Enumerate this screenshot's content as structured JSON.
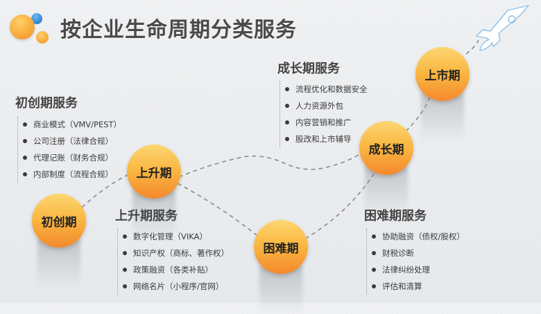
{
  "header": {
    "title": "按企业生命周期分类服务"
  },
  "stages": [
    {
      "id": "startup",
      "label": "初创期"
    },
    {
      "id": "rising",
      "label": "上升期"
    },
    {
      "id": "difficult",
      "label": "困难期"
    },
    {
      "id": "growth",
      "label": "成长期"
    },
    {
      "id": "ipo",
      "label": "上市期"
    }
  ],
  "services": {
    "startup": {
      "title": "初创期服务",
      "items": [
        "商业模式（VMV/PEST）",
        "公司注册（法律合规）",
        "代理记账（财务合规）",
        "内部制度（流程合规）"
      ]
    },
    "growth": {
      "title": "成长期服务",
      "items": [
        "流程优化和数据安全",
        "人力资源外包",
        "内容营销和推广",
        "股改和上市辅导"
      ]
    },
    "rising": {
      "title": "上升期服务",
      "items": [
        "数字化管理（VIKA）",
        "知识产权（商标、著作权）",
        "政策融资（各类补贴）",
        "网络名片（小程序/官网）"
      ]
    },
    "difficult": {
      "title": "困难期服务",
      "items": [
        "协助融资（债权/股权）",
        "财税诊断",
        "法律纠纷处理",
        "评估和清算"
      ]
    }
  },
  "colors": {
    "ball_top": "#fdd670",
    "ball_bottom": "#f4892e",
    "accent_blue": "#2f86d2",
    "text": "#3a3a3a"
  }
}
